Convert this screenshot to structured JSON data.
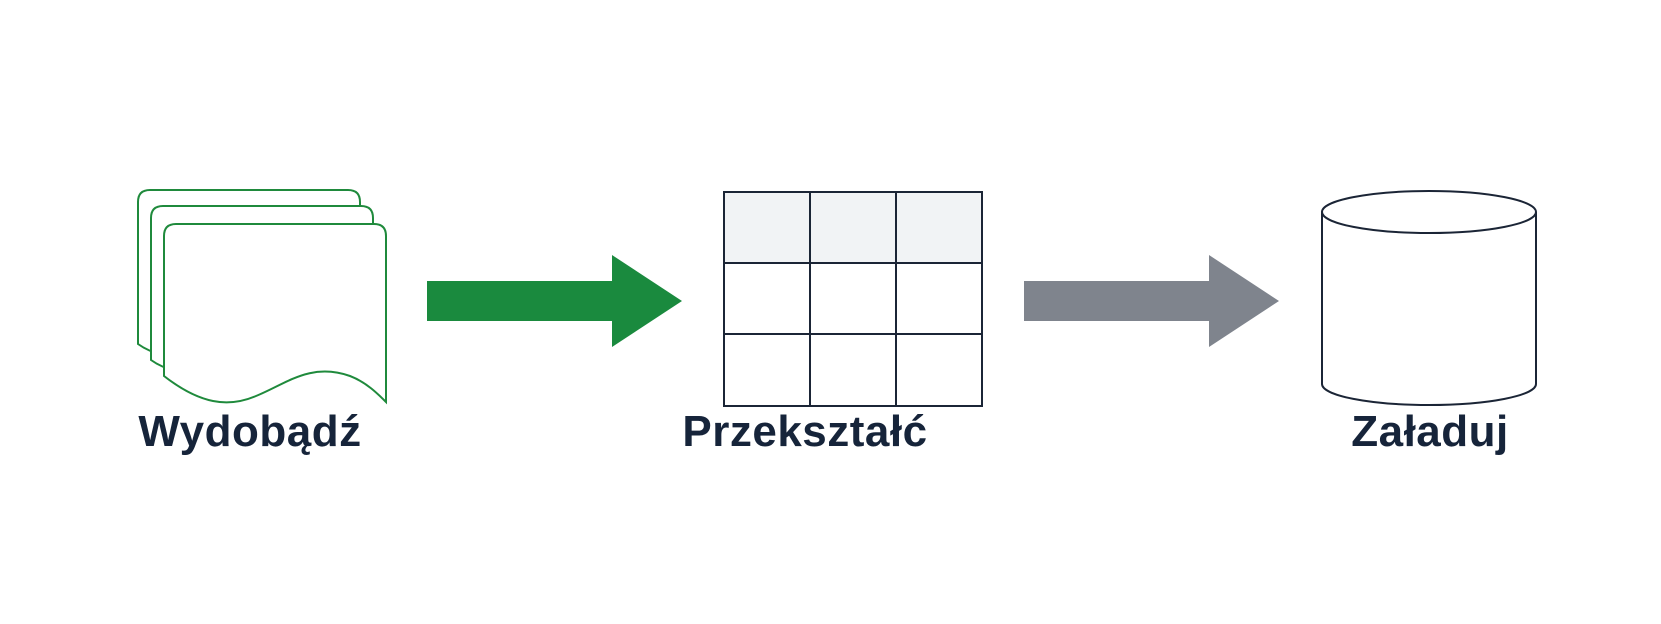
{
  "steps": [
    {
      "label": "Wydobądź",
      "icon": "stacked-documents-icon"
    },
    {
      "label": "Przekształć",
      "icon": "table-grid-icon"
    },
    {
      "label": "Załaduj",
      "icon": "database-cylinder-icon"
    }
  ],
  "connectors": [
    {
      "icon": "arrow-right-icon",
      "color": "#1a8a3e"
    },
    {
      "icon": "arrow-right-icon",
      "color": "#7f848d"
    }
  ],
  "colors": {
    "document_stroke": "#1f8a3c",
    "outline": "#1b2536",
    "table_header_fill": "#f1f3f5",
    "label_text": "#16243a",
    "background": "#ffffff"
  }
}
